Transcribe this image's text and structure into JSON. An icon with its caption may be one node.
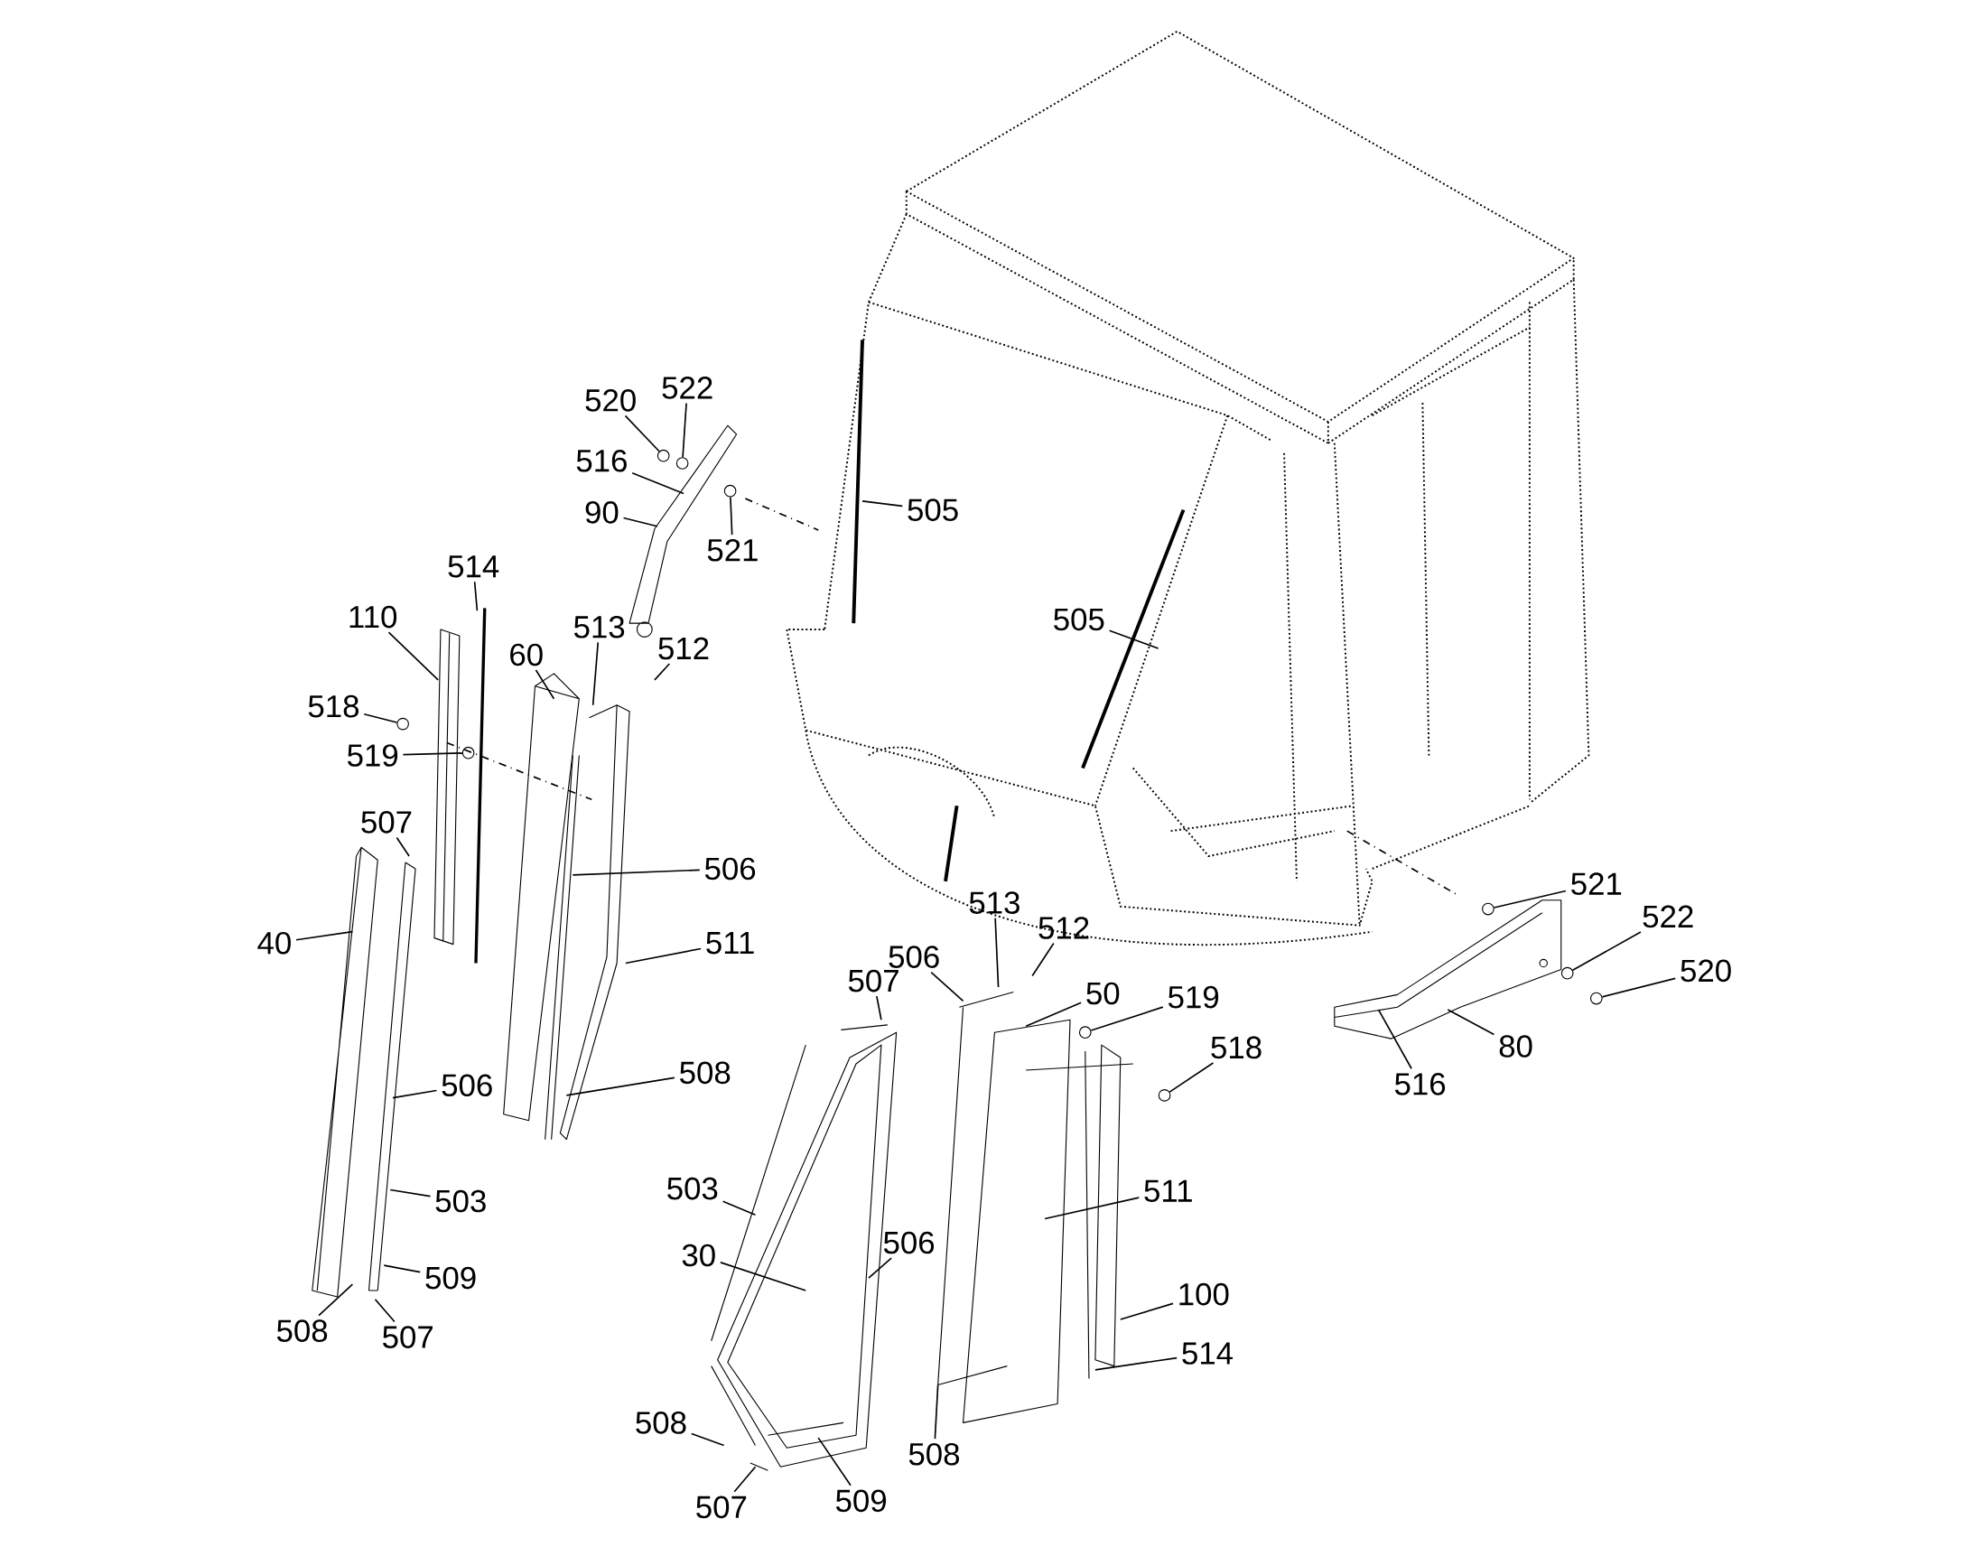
{
  "diagram": {
    "nodes": [
      {
        "text": [
          "520"
        ]
      },
      {
        "text": [
          "522"
        ]
      },
      {
        "text": [
          "516"
        ]
      },
      {
        "text": [
          "90"
        ]
      },
      {
        "text": [
          "521"
        ]
      },
      {
        "text": [
          "505"
        ]
      },
      {
        "text": [
          "514"
        ]
      },
      {
        "text": [
          "110"
        ]
      },
      {
        "text": [
          "60"
        ]
      },
      {
        "text": [
          "513"
        ]
      },
      {
        "text": [
          "512"
        ]
      },
      {
        "text": [
          "505"
        ]
      },
      {
        "text": [
          "518"
        ]
      },
      {
        "text": [
          "519"
        ]
      },
      {
        "text": [
          "507"
        ]
      },
      {
        "text": [
          "506"
        ]
      },
      {
        "text": [
          "40"
        ]
      },
      {
        "text": [
          "511"
        ]
      },
      {
        "text": [
          "513"
        ]
      },
      {
        "text": [
          "512"
        ]
      },
      {
        "text": [
          "521"
        ]
      },
      {
        "text": [
          "522"
        ]
      },
      {
        "text": [
          "520"
        ]
      },
      {
        "text": [
          "506"
        ]
      },
      {
        "text": [
          "507"
        ]
      },
      {
        "text": [
          "50"
        ]
      },
      {
        "text": [
          "519"
        ]
      },
      {
        "text": [
          "518"
        ]
      },
      {
        "text": [
          "508"
        ]
      },
      {
        "text": [
          "506"
        ]
      },
      {
        "text": [
          "516"
        ]
      },
      {
        "text": [
          "80"
        ]
      },
      {
        "text": [
          "511"
        ]
      },
      {
        "text": [
          "503"
        ]
      },
      {
        "text": [
          "503"
        ]
      },
      {
        "text": [
          "506"
        ]
      },
      {
        "text": [
          "30"
        ]
      },
      {
        "text": [
          "509"
        ]
      },
      {
        "text": [
          "100"
        ]
      },
      {
        "text": [
          "514"
        ]
      },
      {
        "text": [
          "508"
        ]
      },
      {
        "text": [
          "507"
        ]
      },
      {
        "text": [
          "508"
        ]
      },
      {
        "text": [
          "509"
        ]
      },
      {
        "text": [
          "508"
        ]
      },
      {
        "text": [
          "507"
        ]
      },
      {
        "text": [],
        "shape": "circle"
      },
      {
        "text": [],
        "shape": "circle"
      },
      {
        "text": [],
        "shape": "circle"
      },
      {
        "text": [],
        "shape": "circle"
      },
      {
        "text": [],
        "shape": "circle"
      },
      {
        "text": [],
        "shape": "circle"
      },
      {
        "text": [],
        "shape": "circle"
      },
      {
        "text": [],
        "shape": "circle"
      },
      {
        "text": [],
        "shape": "circle"
      },
      {
        "text": [],
        "shape": "circle"
      }
    ],
    "edges": [
      {
        "from": 0,
        "to": 46,
        "arrow": "none"
      },
      {
        "from": 1,
        "to": 47,
        "arrow": "none"
      },
      {
        "from": 2,
        "to": null,
        "arrow": "none"
      },
      {
        "from": 3,
        "to": null,
        "arrow": "none"
      },
      {
        "from": 4,
        "to": 48,
        "arrow": "none"
      },
      {
        "from": 5,
        "to": null,
        "arrow": "none"
      },
      {
        "from": 6,
        "to": null,
        "arrow": "none"
      },
      {
        "from": 7,
        "to": null,
        "arrow": "none"
      },
      {
        "from": 8,
        "to": null,
        "arrow": "none"
      },
      {
        "from": 9,
        "to": null,
        "arrow": "none"
      },
      {
        "from": 10,
        "to": null,
        "arrow": "none"
      },
      {
        "from": 11,
        "to": null,
        "arrow": "none"
      },
      {
        "from": 12,
        "to": 49,
        "arrow": "none"
      },
      {
        "from": 13,
        "to": 50,
        "arrow": "none"
      },
      {
        "from": 14,
        "to": null,
        "arrow": "none"
      },
      {
        "from": 15,
        "to": null,
        "arrow": "none"
      },
      {
        "from": 16,
        "to": null,
        "arrow": "none"
      },
      {
        "from": 17,
        "to": null,
        "arrow": "none"
      },
      {
        "from": 18,
        "to": null,
        "arrow": "none"
      },
      {
        "from": 19,
        "to": null,
        "arrow": "none"
      },
      {
        "from": 20,
        "to": 51,
        "arrow": "none"
      },
      {
        "from": 21,
        "to": 52,
        "arrow": "none"
      },
      {
        "from": 22,
        "to": 53,
        "arrow": "none"
      },
      {
        "from": 23,
        "to": null,
        "arrow": "none"
      },
      {
        "from": 24,
        "to": null,
        "arrow": "none"
      },
      {
        "from": 25,
        "to": null,
        "arrow": "none"
      },
      {
        "from": 26,
        "to": 54,
        "arrow": "none"
      },
      {
        "from": 27,
        "to": 55,
        "arrow": "none"
      },
      {
        "from": 28,
        "to": null,
        "arrow": "none"
      },
      {
        "from": 29,
        "to": null,
        "arrow": "none"
      },
      {
        "from": 30,
        "to": null,
        "arrow": "none"
      },
      {
        "from": 31,
        "to": null,
        "arrow": "none"
      },
      {
        "from": 32,
        "to": null,
        "arrow": "none"
      },
      {
        "from": 33,
        "to": null,
        "arrow": "none"
      },
      {
        "from": 34,
        "to": null,
        "arrow": "none"
      },
      {
        "from": 35,
        "to": null,
        "arrow": "none"
      },
      {
        "from": 36,
        "to": null,
        "arrow": "none"
      },
      {
        "from": 37,
        "to": null,
        "arrow": "none"
      },
      {
        "from": 38,
        "to": null,
        "arrow": "none"
      },
      {
        "from": 39,
        "to": null,
        "arrow": "none"
      },
      {
        "from": 40,
        "to": null,
        "arrow": "none"
      },
      {
        "from": 41,
        "to": null,
        "arrow": "none"
      },
      {
        "from": 42,
        "to": null,
        "arrow": "none"
      },
      {
        "from": 43,
        "to": null,
        "arrow": "none"
      },
      {
        "from": 44,
        "to": null,
        "arrow": "none"
      },
      {
        "from": 45,
        "to": null,
        "arrow": "none"
      }
    ]
  }
}
